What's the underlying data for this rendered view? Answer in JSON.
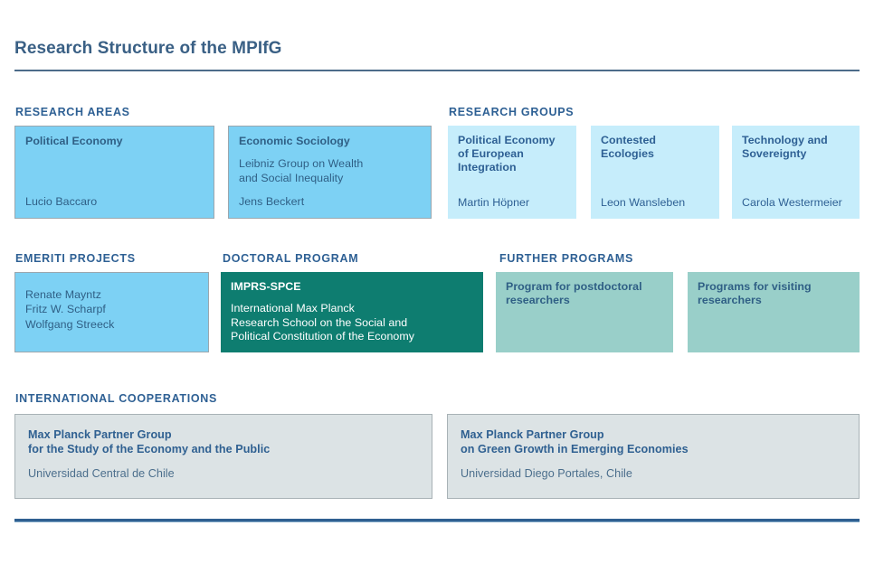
{
  "page": {
    "title": "Research Structure of the MPIfG"
  },
  "sections": {
    "research_areas": {
      "heading": "RESEARCH AREAS"
    },
    "research_groups": {
      "heading": "RESEARCH GROUPS"
    },
    "emeriti_projects": {
      "heading": "EMERITI PROJECTS"
    },
    "doctoral_program": {
      "heading": "DOCTORAL PROGRAM"
    },
    "further_programs": {
      "heading": "FURTHER PROGRAMS"
    },
    "international_cooperations": {
      "heading": "INTERNATIONAL COOPERATIONS"
    }
  },
  "research_areas": [
    {
      "title": "Political Economy",
      "subtitle": "",
      "person": "Lucio Baccaro"
    },
    {
      "title": "Economic Sociology",
      "subtitle": "Leibniz Group on Wealth\nand Social Inequality",
      "subtitle_line1": "Leibniz Group on Wealth",
      "subtitle_line2": "and Social Inequality",
      "person": "Jens Beckert"
    }
  ],
  "research_groups": [
    {
      "title_line1": "Political Economy",
      "title_line2": "of European",
      "title_line3": "Integration",
      "person": "Martin Höpner"
    },
    {
      "title_line1": "Contested",
      "title_line2": "Ecologies",
      "title_line3": "",
      "person": "Leon Wansleben"
    },
    {
      "title_line1": "Technology and",
      "title_line2": "Sovereignty",
      "title_line3": "",
      "person": "Carola Westermeier"
    }
  ],
  "emeriti_projects": {
    "people": [
      "Renate Mayntz",
      "Fritz W. Scharpf",
      "Wolfgang Streeck"
    ],
    "people_line1": "Renate Mayntz",
    "people_line2": "Fritz W. Scharpf",
    "people_line3": "Wolfgang Streeck"
  },
  "doctoral_program": {
    "title": "IMPRS-SPCE",
    "desc_line1": "International Max Planck",
    "desc_line2": "Research School on the Social and",
    "desc_line3": "Political Constitution of the Economy"
  },
  "further_programs": [
    {
      "title_line1": "Program for postdoctoral",
      "title_line2": "researchers"
    },
    {
      "title_line1": "Programs for visiting",
      "title_line2": "researchers"
    }
  ],
  "international_cooperations": [
    {
      "title_line1": "Max Planck Partner Group",
      "title_line2": "for the Study of the Economy and the Public",
      "institution": "Universidad Central de Chile"
    },
    {
      "title_line1": "Max Planck Partner Group",
      "title_line2": "on Green Growth in Emerging Economies",
      "institution": "Universidad Diego Portales, Chile"
    }
  ],
  "colors": {
    "title_blue": "#3a6085",
    "rule_top": "#4c6b8a",
    "rule_bottom": "#2f6091",
    "heading_blue": "#2e6094",
    "research_area_bg": "#7dd1f4",
    "research_group_bg": "#c6edfb",
    "doctoral_bg": "#0e7d70",
    "further_program_bg": "#99cfc9",
    "cooperation_bg": "#dce3e5"
  }
}
